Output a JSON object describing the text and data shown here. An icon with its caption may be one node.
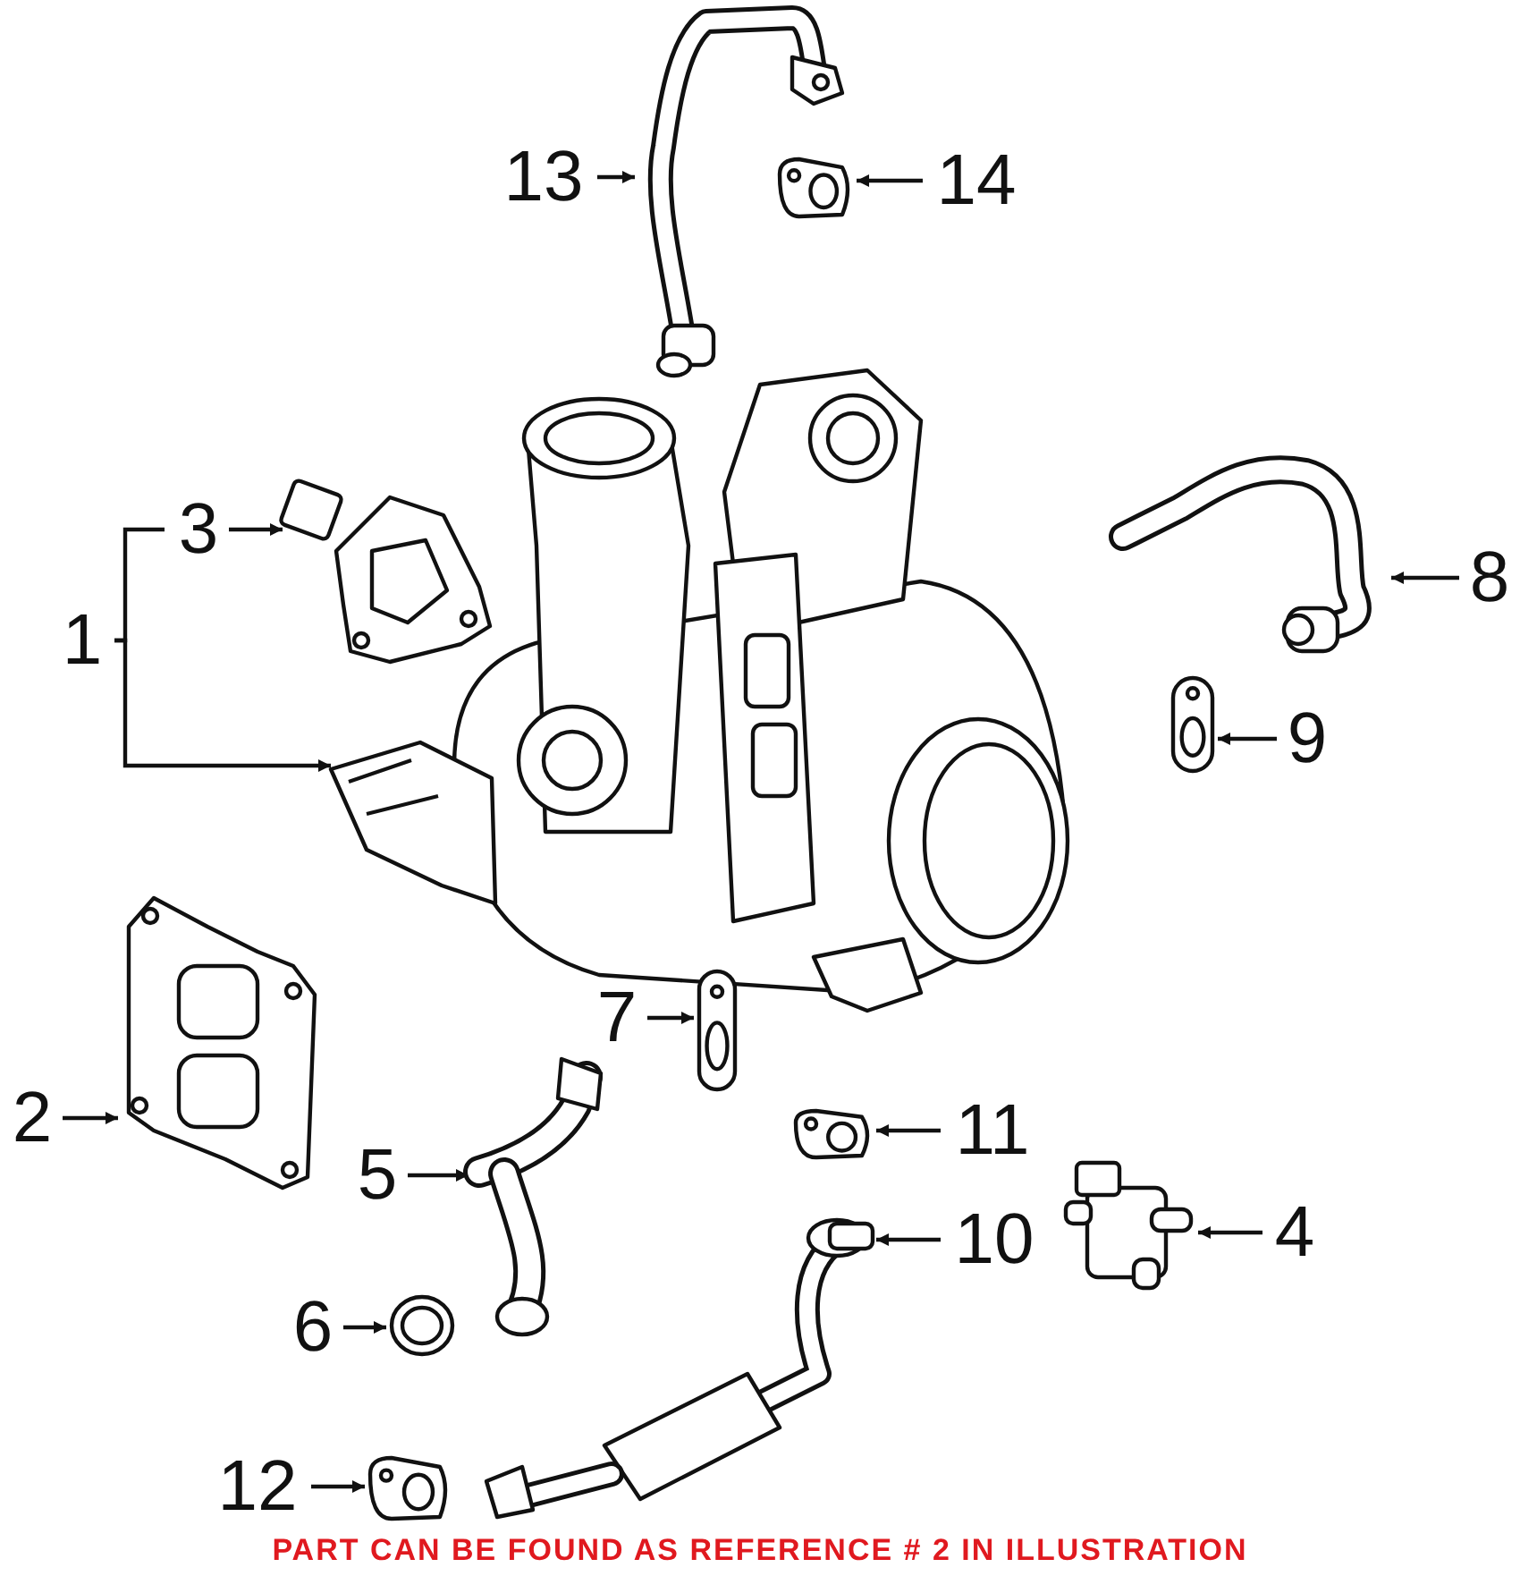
{
  "diagram": {
    "nodes": [
      {
        "text": [
          "13"
        ]
      },
      {
        "text": [],
        "shape": "picture"
      },
      {
        "text": [
          "14"
        ]
      },
      {
        "text": [],
        "shape": "picture"
      },
      {
        "text": [
          "3"
        ]
      },
      {
        "text": [],
        "shape": "picture"
      },
      {
        "text": [
          "1"
        ]
      },
      {
        "text": [],
        "shape": "picture"
      },
      {
        "text": [
          "8"
        ]
      },
      {
        "text": [],
        "shape": "picture"
      },
      {
        "text": [
          "9"
        ]
      },
      {
        "text": [],
        "shape": "picture"
      },
      {
        "text": [
          "2"
        ]
      },
      {
        "text": [],
        "shape": "picture"
      },
      {
        "text": [
          "7"
        ]
      },
      {
        "text": [],
        "shape": "picture"
      },
      {
        "text": [
          "11"
        ]
      },
      {
        "text": [],
        "shape": "picture"
      },
      {
        "text": [
          "5"
        ]
      },
      {
        "text": [],
        "shape": "picture"
      },
      {
        "text": [
          "10"
        ]
      },
      {
        "text": [],
        "shape": "picture"
      },
      {
        "text": [
          "4"
        ]
      },
      {
        "text": [],
        "shape": "picture"
      },
      {
        "text": [
          "6"
        ]
      },
      {
        "text": [],
        "shape": "picture"
      },
      {
        "text": [
          "12"
        ]
      },
      {
        "text": [],
        "shape": "picture"
      }
    ],
    "edges": [
      {
        "from": 0,
        "to": 1,
        "arrow": "to"
      },
      {
        "from": 2,
        "to": 3,
        "arrow": "to"
      },
      {
        "from": 6,
        "to": 4,
        "arrow": "none"
      },
      {
        "from": 4,
        "to": 5,
        "arrow": "to"
      },
      {
        "from": 6,
        "to": 7,
        "arrow": "to"
      },
      {
        "from": 8,
        "to": 9,
        "arrow": "to"
      },
      {
        "from": 10,
        "to": 11,
        "arrow": "to"
      },
      {
        "from": 12,
        "to": 13,
        "arrow": "to"
      },
      {
        "from": 14,
        "to": 15,
        "arrow": "to"
      },
      {
        "from": 16,
        "to": 17,
        "arrow": "to"
      },
      {
        "from": 18,
        "to": 19,
        "arrow": "to"
      },
      {
        "from": 20,
        "to": 21,
        "arrow": "to"
      },
      {
        "from": 22,
        "to": 23,
        "arrow": "to"
      },
      {
        "from": 24,
        "to": 25,
        "arrow": "to"
      },
      {
        "from": 26,
        "to": 27,
        "arrow": "to"
      }
    ],
    "labels": [
      "PART CAN BE FOUND AS REFERENCE # 2 IN ILLUSTRATION"
    ]
  }
}
